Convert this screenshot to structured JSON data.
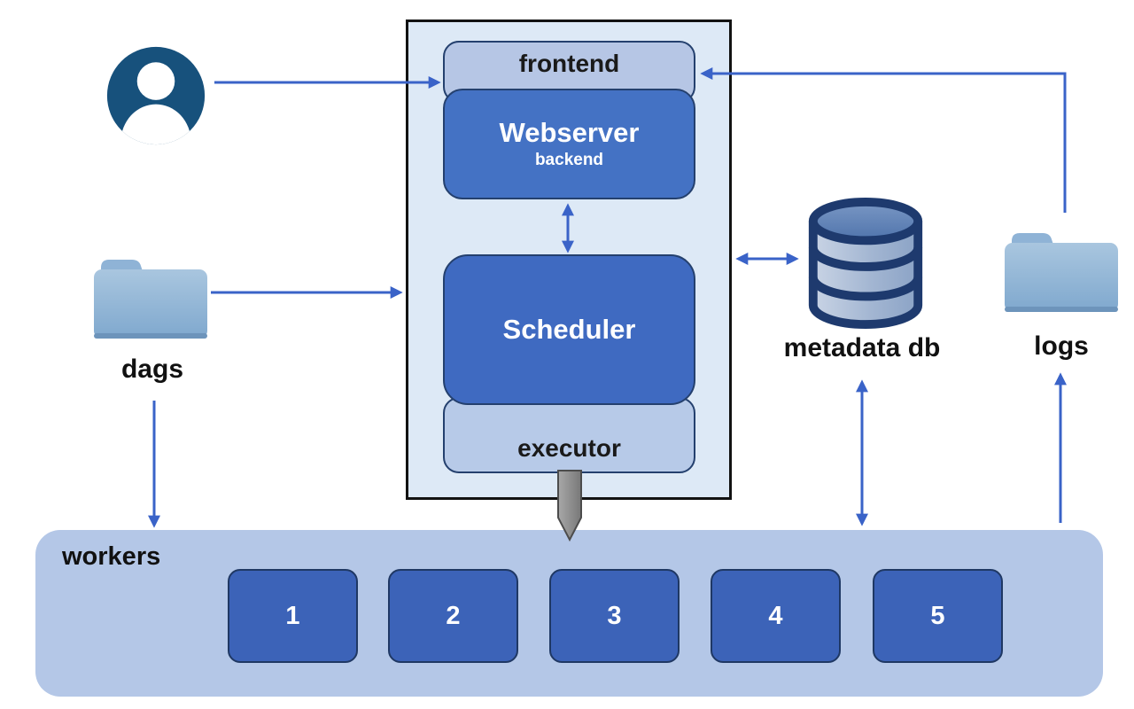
{
  "diagram": {
    "central": {
      "frontend_label": "frontend",
      "webserver_label": "Webserver",
      "webserver_sublabel": "backend",
      "scheduler_label": "Scheduler",
      "executor_label": "executor"
    },
    "nodes": {
      "user": {
        "icon": "user-icon"
      },
      "dags": {
        "label": "dags",
        "icon": "folder-icon"
      },
      "metadata_db": {
        "label": "metadata db",
        "icon": "database-icon"
      },
      "logs": {
        "label": "logs",
        "icon": "folder-icon"
      }
    },
    "workers": {
      "label": "workers",
      "items": [
        {
          "label": "1"
        },
        {
          "label": "2"
        },
        {
          "label": "3"
        },
        {
          "label": "4"
        },
        {
          "label": "5"
        }
      ]
    },
    "connections": [
      {
        "from": "user",
        "to": "frontend",
        "type": "single-arrow"
      },
      {
        "from": "logs",
        "to": "frontend",
        "type": "single-arrow"
      },
      {
        "from": "dags",
        "to": "scheduler-container",
        "type": "single-arrow"
      },
      {
        "from": "webserver",
        "to": "scheduler",
        "type": "double-arrow"
      },
      {
        "from": "scheduler-container",
        "to": "metadata-db",
        "type": "double-arrow"
      },
      {
        "from": "metadata-db",
        "to": "workers",
        "type": "double-arrow"
      },
      {
        "from": "workers",
        "to": "logs",
        "type": "single-arrow"
      },
      {
        "from": "dags",
        "to": "workers",
        "type": "single-arrow"
      },
      {
        "from": "executor",
        "to": "workers",
        "type": "gray-connector"
      }
    ],
    "colors": {
      "container_bg": "#DDE9F6",
      "container_border": "#121212",
      "medium_blue_box": "#4472C4",
      "worker_blue_box": "#3C63B8",
      "light_periwinkle": "#B6C6E5",
      "workers_pool_bg": "#B4C7E7",
      "box_border_navy": "#24406E",
      "arrow_blue": "#3A63C8",
      "user_icon_blue": "#17517C",
      "db_outline_navy": "#1E3A6E",
      "folder_blue": "#8FB3D6",
      "connector_gray": "#8C8C8C"
    }
  }
}
